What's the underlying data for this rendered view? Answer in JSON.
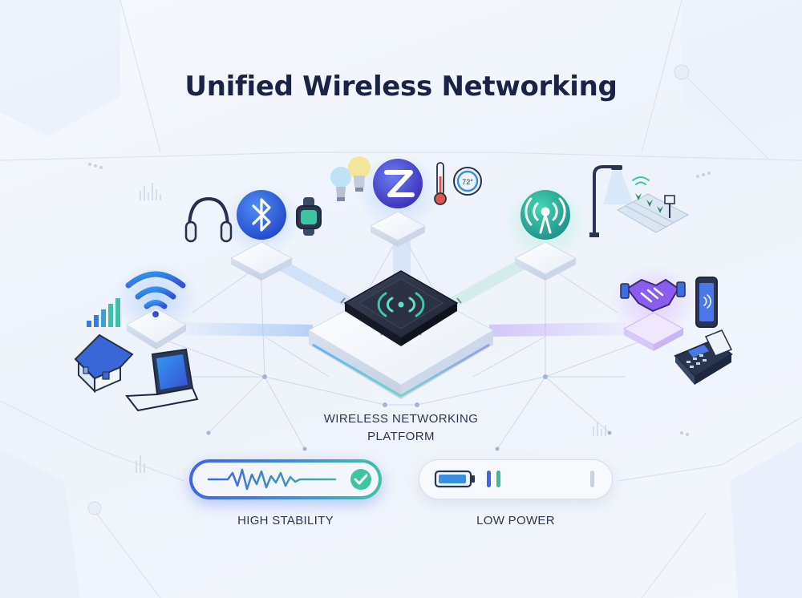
{
  "title": "Unified Wireless Networking",
  "platform": {
    "label_line1": "WIRELESS NETWORKING",
    "label_line2": "PLATFORM",
    "chip_icon": "wireless-signal-icon"
  },
  "nodes": [
    {
      "id": "wifi",
      "icon": "wifi-icon",
      "devices": [
        "signal-bars-icon",
        "house-icon",
        "laptop-icon"
      ]
    },
    {
      "id": "bluetooth",
      "icon": "bluetooth-icon",
      "devices": [
        "headphones-icon",
        "smartwatch-icon"
      ]
    },
    {
      "id": "zwave",
      "icon": "z-wave-icon",
      "devices": [
        "smart-bulbs-icon",
        "thermometer-icon",
        "thermostat-icon"
      ]
    },
    {
      "id": "cellular",
      "icon": "cell-tower-icon",
      "devices": [
        "street-lamp-icon",
        "smart-farm-icon"
      ]
    },
    {
      "id": "nfc",
      "icon": "handshake-icon",
      "devices": [
        "smartphone-nfc-icon",
        "card-terminal-icon"
      ]
    }
  ],
  "thermostat_text": "72°",
  "capabilities": [
    {
      "label": "HIGH STABILITY",
      "indicator": "waveform-check",
      "color": "#3f66e6"
    },
    {
      "label": "LOW POWER",
      "indicator": "battery-low",
      "color": "#3fb59a"
    }
  ],
  "colors": {
    "accent_blue": "#3f66e6",
    "accent_teal": "#3fc4a2",
    "accent_purple": "#8a5cf0",
    "title": "#1a2346"
  }
}
